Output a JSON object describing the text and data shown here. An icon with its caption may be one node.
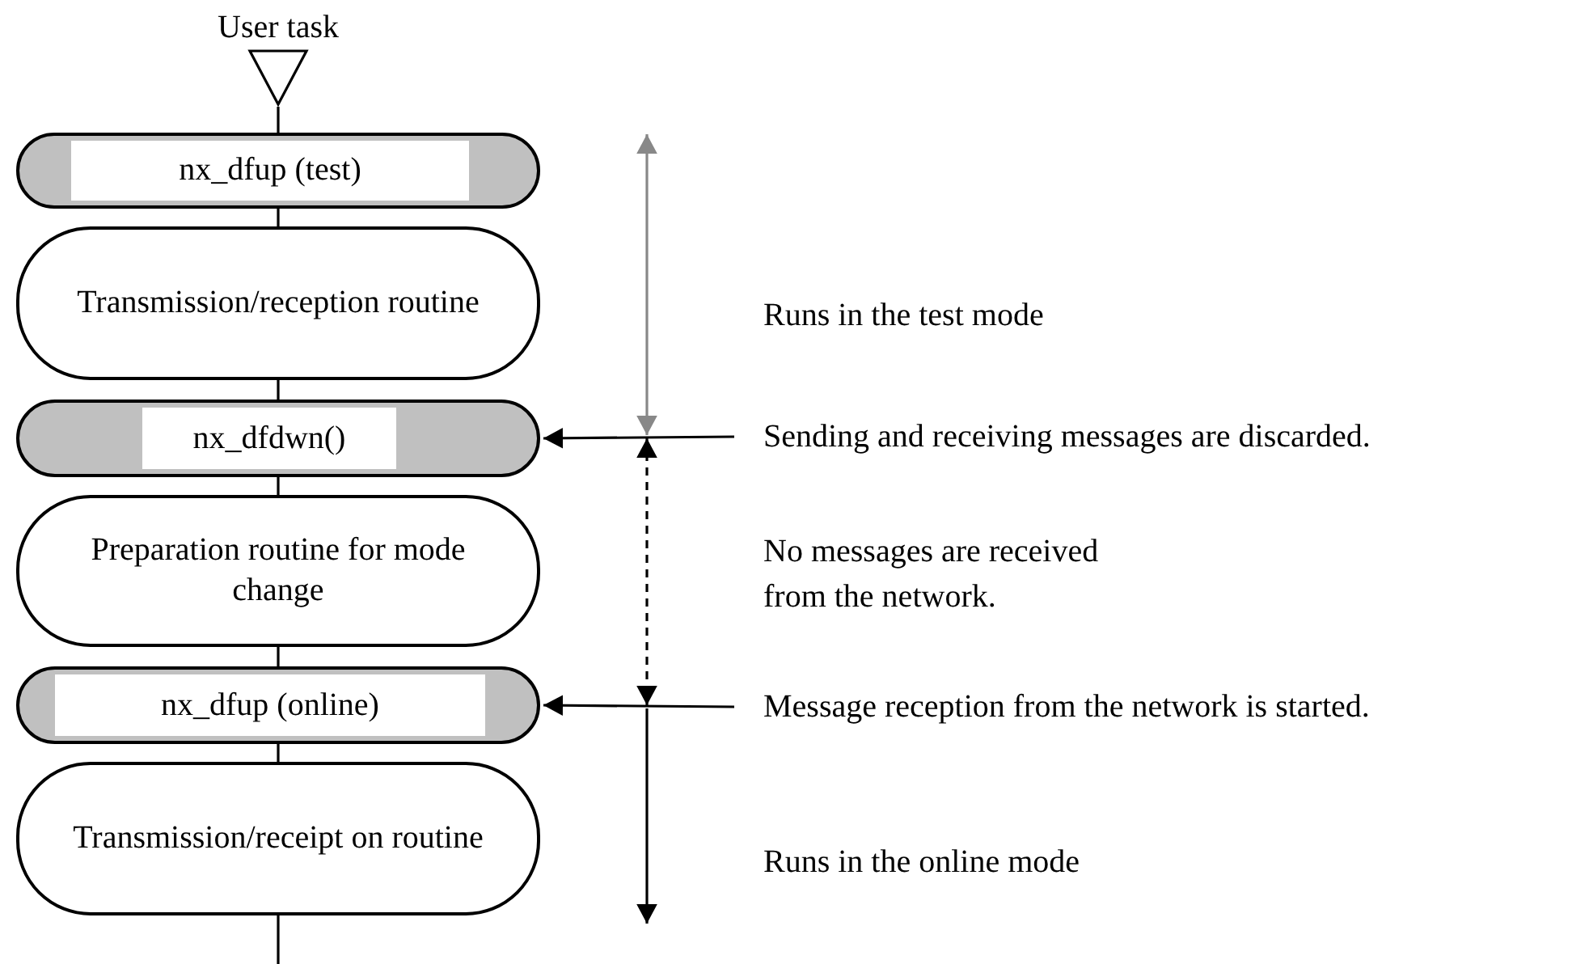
{
  "diagram": {
    "nodes": [
      {
        "text": [
          "User task"
        ]
      },
      {
        "text": [
          "nx_dfup (test)"
        ]
      },
      {
        "text": [
          "Transmission/reception routine"
        ]
      },
      {
        "text": [
          "nx_dfdwn()"
        ]
      },
      {
        "text": [
          "Preparation routine for mode change"
        ]
      },
      {
        "text": [
          "nx_dfup (online)"
        ]
      },
      {
        "text": [
          "Transmission/receipt on routine"
        ]
      },
      {
        "text": [
          "Sending and receiving messages are discarded."
        ]
      },
      {
        "text": [
          "Message reception from the network is started."
        ]
      }
    ],
    "edges": [
      {
        "from": 0,
        "to": 1,
        "arrow": "none"
      },
      {
        "from": 1,
        "to": 2,
        "arrow": "none"
      },
      {
        "from": 2,
        "to": 3,
        "arrow": "none"
      },
      {
        "from": 3,
        "to": 4,
        "arrow": "none"
      },
      {
        "from": 4,
        "to": 5,
        "arrow": "none"
      },
      {
        "from": 5,
        "to": 6,
        "arrow": "none"
      },
      {
        "from": 6,
        "to": null,
        "arrow": "none"
      },
      {
        "from": 7,
        "to": 3,
        "arrow": "to"
      },
      {
        "from": 8,
        "to": 5,
        "arrow": "to"
      }
    ],
    "labels": [
      "Runs in the test mode",
      "No messages are received from the network.",
      "Runs in the online mode"
    ]
  }
}
